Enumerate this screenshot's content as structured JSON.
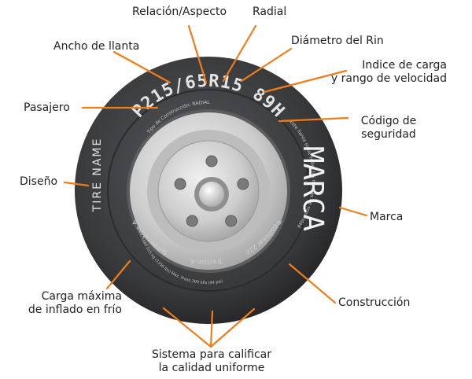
{
  "labels": {
    "relacion": "Relación/Aspecto",
    "radial": "Radial",
    "ancho": "Ancho de llanta",
    "diametro": "Diámetro del Rin",
    "indice_line1": "Indice de carga",
    "indice_line2": "y rango de velocidad",
    "pasajero": "Pasajero",
    "codigo_line1": "Código de",
    "codigo_line2": "seguridad",
    "diseno": "Diseño",
    "marca": "Marca",
    "carga_line1": "Carga máxima",
    "carga_line2": "de inflado en frío",
    "construccion": "Construcción",
    "sistema_line1": "Sistema para calificar",
    "sistema_line2": "la calidad uniforme"
  },
  "tire": {
    "size_code": "P215/65R15 89H",
    "tire_name": "TIRE NAME",
    "brand": "MARCA",
    "construction_text": "Tipo de Construcción: RADIAL",
    "dot_text": "DOT XXXX XXXX",
    "treadwear": "Treadwear 220",
    "traction": "Traction A",
    "temperature": "Temperature A",
    "max_load_text": "Max. Load 615 kg (1356 lbs) Max. Press 300 kPa (44 psi)",
    "safety_text": "Este llanta sigue todas las normas de seguridad"
  },
  "colors": {
    "leader": "#f07d1a",
    "tire": "#333335",
    "sidewall_text": "#d8d8d8",
    "rim": "#c4c4c4"
  }
}
